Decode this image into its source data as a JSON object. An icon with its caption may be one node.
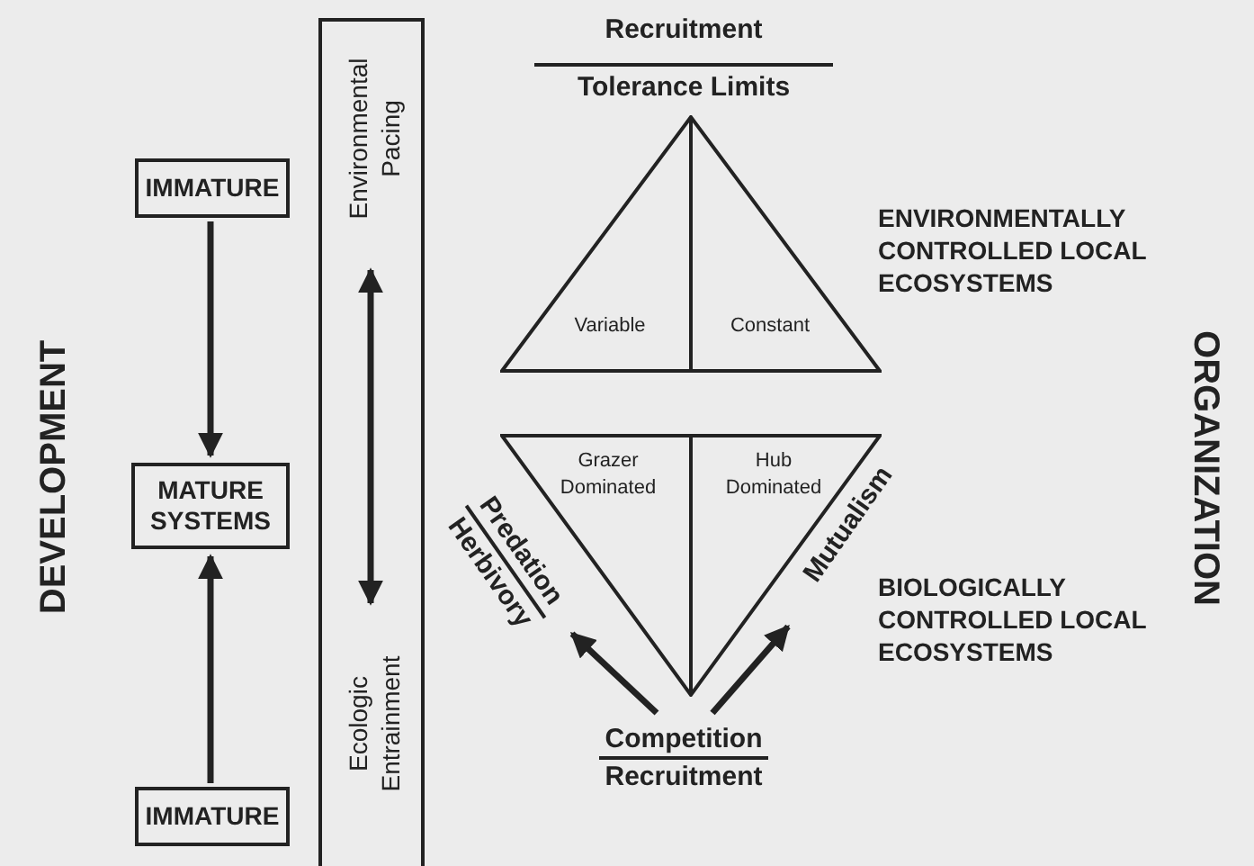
{
  "diagram": {
    "nodes": [
      {
        "text": [
          "IMMATURE"
        ]
      },
      {
        "text": [
          "MATURE SYSTEMS"
        ]
      },
      {
        "text": [
          "IMMATURE"
        ]
      },
      {
        "text": [],
        "shape": "box"
      },
      {
        "text": [
          "Environmental Pacing"
        ],
        "in": 3
      },
      {
        "text": [
          "Ecologic Entrainment"
        ],
        "in": 3
      },
      {
        "text": [
          "Variable",
          "Constant"
        ],
        "beside": [
          "ENVIRONMENTALLY CONTROLLED LOCAL ECOSYSTEMS"
        ]
      },
      {
        "text": [
          "Grazer Dominated",
          "Hub Dominated"
        ],
        "beside": [
          "BIOLOGICALLY CONTROLLED LOCAL ECOSYSTEMS"
        ]
      },
      {
        "text": [
          "Predation",
          "Herbivory"
        ]
      },
      {
        "text": [
          "Mutualism"
        ]
      },
      {
        "text": [
          "Competition",
          "Recruitment"
        ]
      }
    ],
    "edges": [
      {
        "from": 0,
        "to": 1,
        "arrow": "to"
      },
      {
        "from": 2,
        "to": 1,
        "arrow": "to"
      },
      {
        "from": 4,
        "to": 5,
        "arrow": "both"
      },
      {
        "from": 10,
        "to": 8,
        "arrow": "to"
      },
      {
        "from": 10,
        "to": 9,
        "arrow": "to"
      }
    ],
    "labels": [
      "Recruitment",
      "Tolerance Limits",
      "DEVELOPMENT",
      "ORGANIZATION"
    ]
  }
}
